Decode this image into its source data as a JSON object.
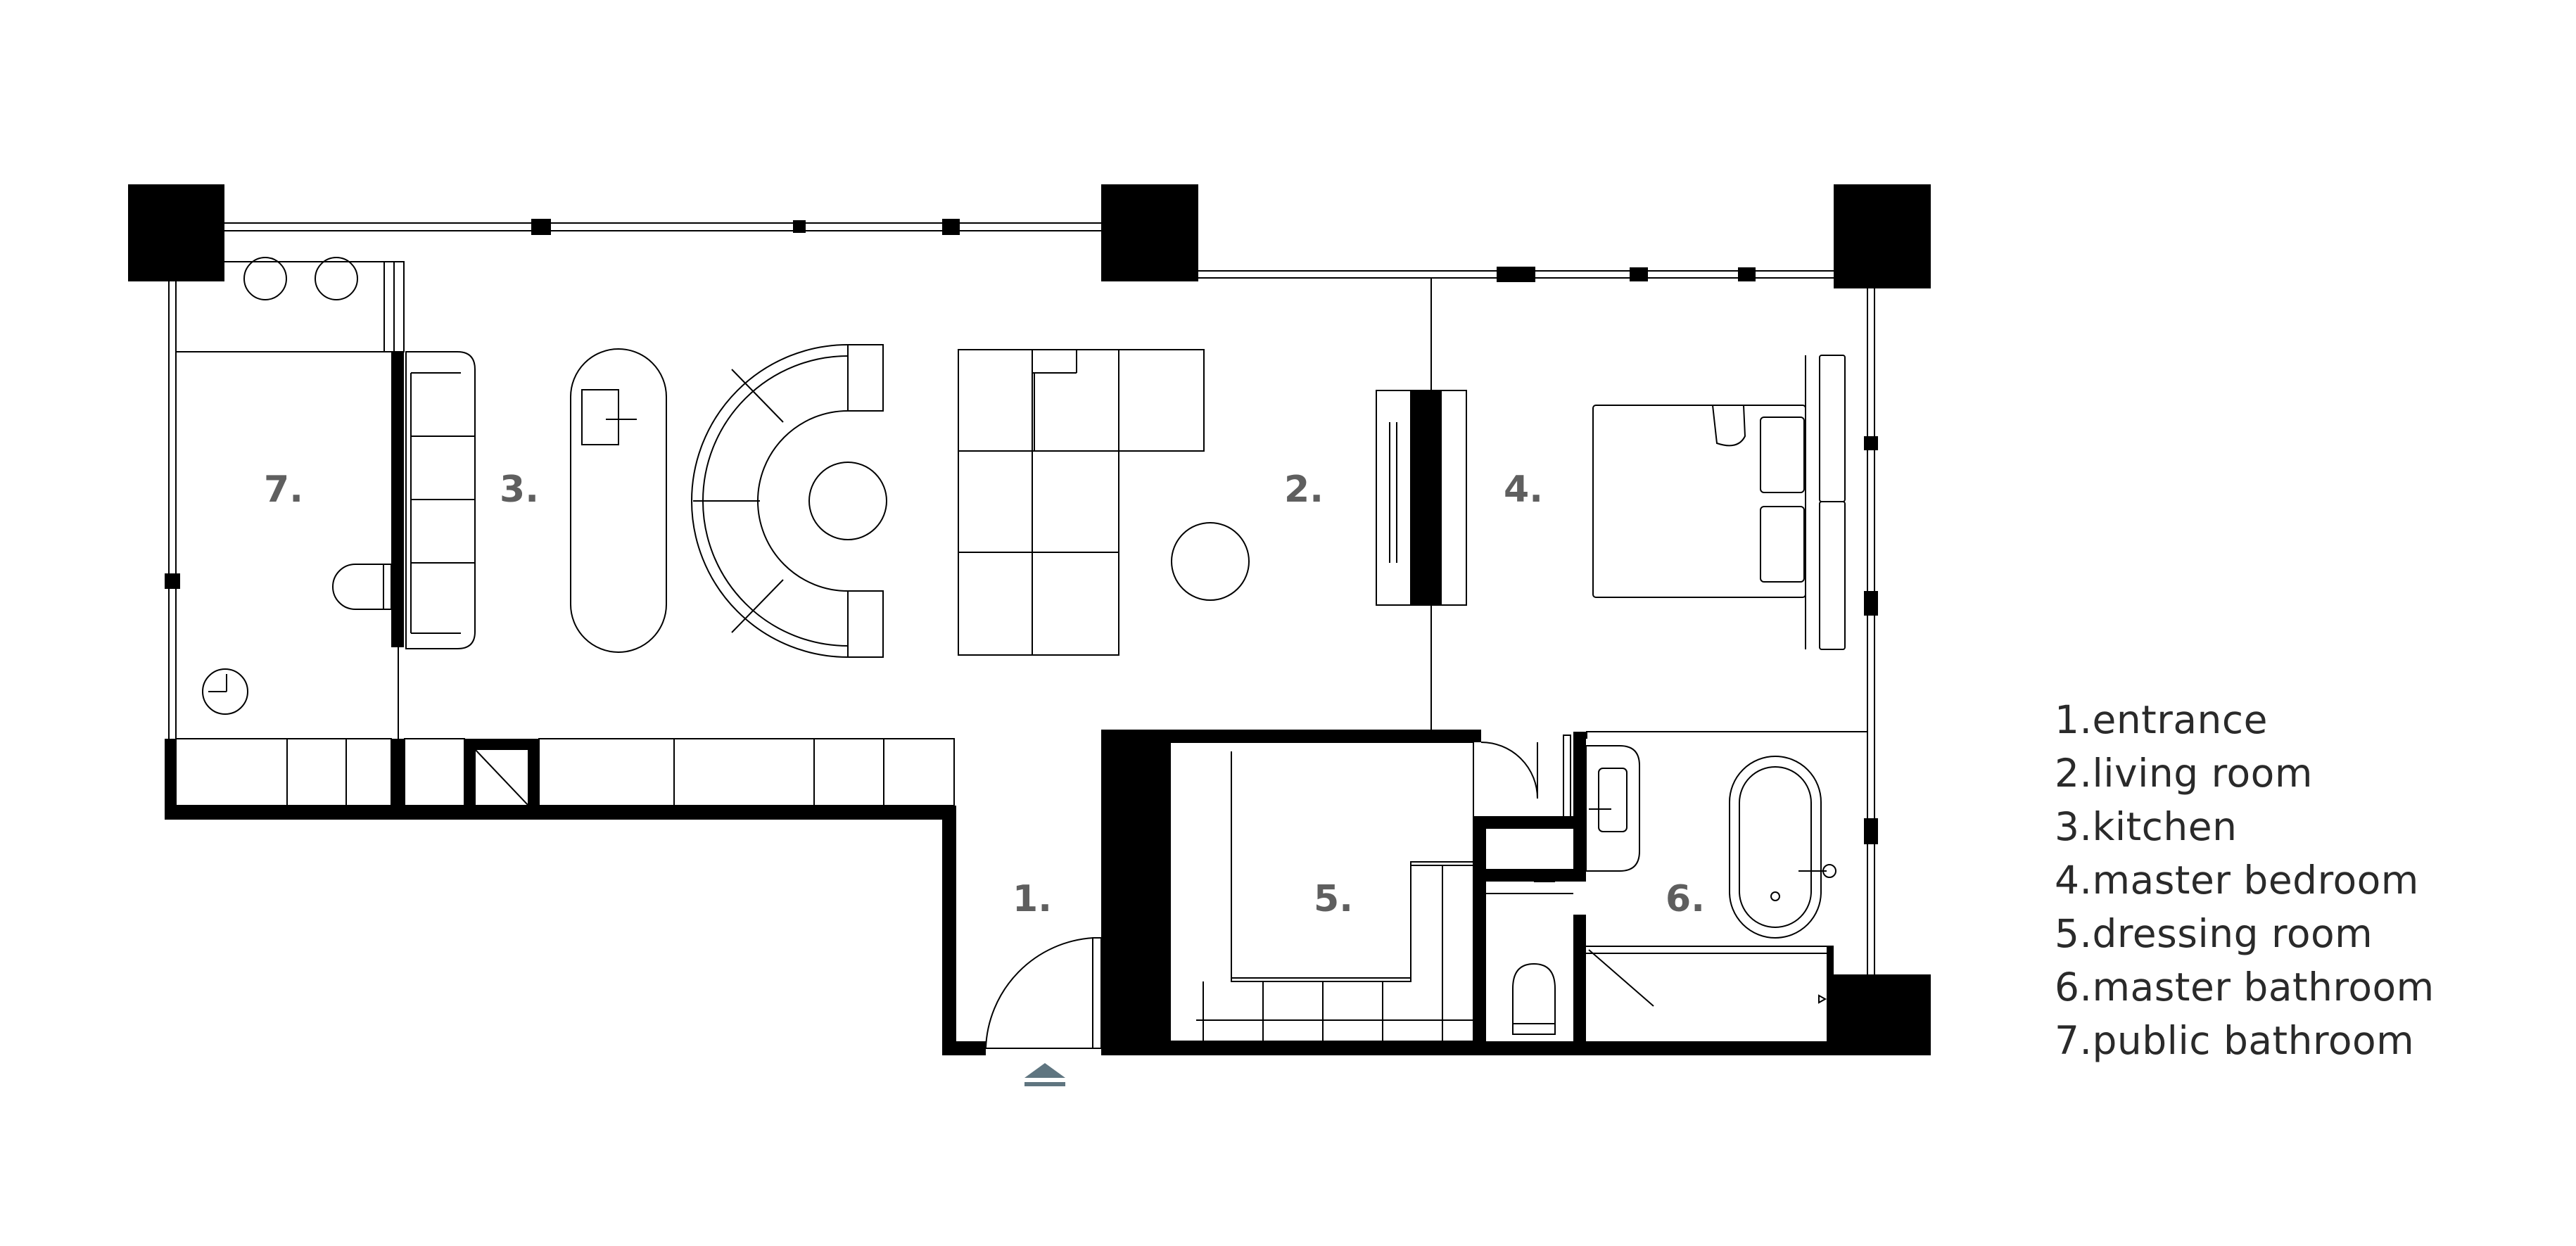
{
  "plan": {
    "room_numbers": {
      "entrance": "1.",
      "living_room": "2.",
      "kitchen": "3.",
      "master_bedroom": "4.",
      "dressing_room": "5.",
      "master_bathroom": "6.",
      "public_bathroom": "7."
    },
    "entrance_marker_color": "#5f7580"
  },
  "legend": {
    "items": [
      "1.entrance",
      "2.living room",
      "3.kitchen",
      "4.master bedroom",
      "5.dressing room",
      "6.master bathroom",
      "7.public bathroom"
    ]
  },
  "icons": {
    "entry": "entrance-arrow-icon"
  }
}
